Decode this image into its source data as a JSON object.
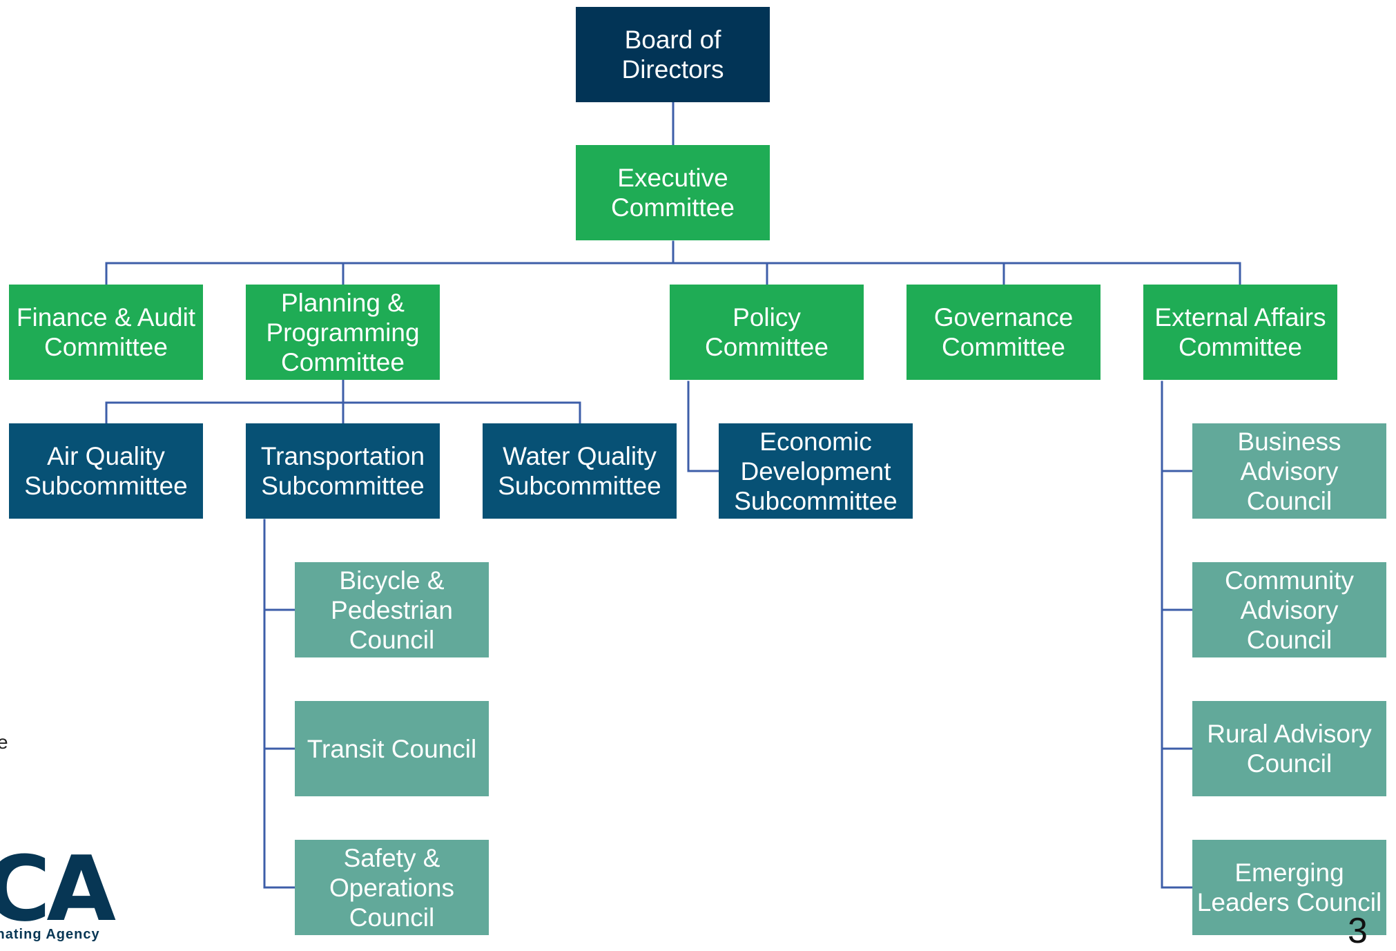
{
  "colors": {
    "navy": "#023456",
    "green": "#1fac55",
    "teal": "#075175",
    "sage": "#62a99a",
    "connector": "#3d5ea8"
  },
  "nodes": {
    "board": "Board of\nDirectors",
    "executive": "Executive\nCommittee",
    "finance_audit": "Finance & Audit\nCommittee",
    "planning_programming": "Planning &\nProgramming\nCommittee",
    "policy": "Policy\nCommittee",
    "governance": "Governance\nCommittee",
    "external_affairs": "External Affairs\nCommittee",
    "air_quality": "Air Quality\nSubcommittee",
    "transportation": "Transportation\nSubcommittee",
    "water_quality": "Water Quality\nSubcommittee",
    "economic_development": "Economic\nDevelopment\nSubcommittee",
    "bicycle_pedestrian": "Bicycle &\nPedestrian\nCouncil",
    "transit": "Transit Council",
    "safety_operations": "Safety &\nOperations\nCouncil",
    "business_advisory": "Business\nAdvisory Council",
    "community_advisory": "Community\nAdvisory Council",
    "rural_advisory": "Rural Advisory\nCouncil",
    "emerging_leaders": "Emerging\nLeaders Council"
  },
  "stray_text": "e",
  "logo": {
    "letters": "CA",
    "tagline": "inating Agency"
  },
  "page_number": "3"
}
